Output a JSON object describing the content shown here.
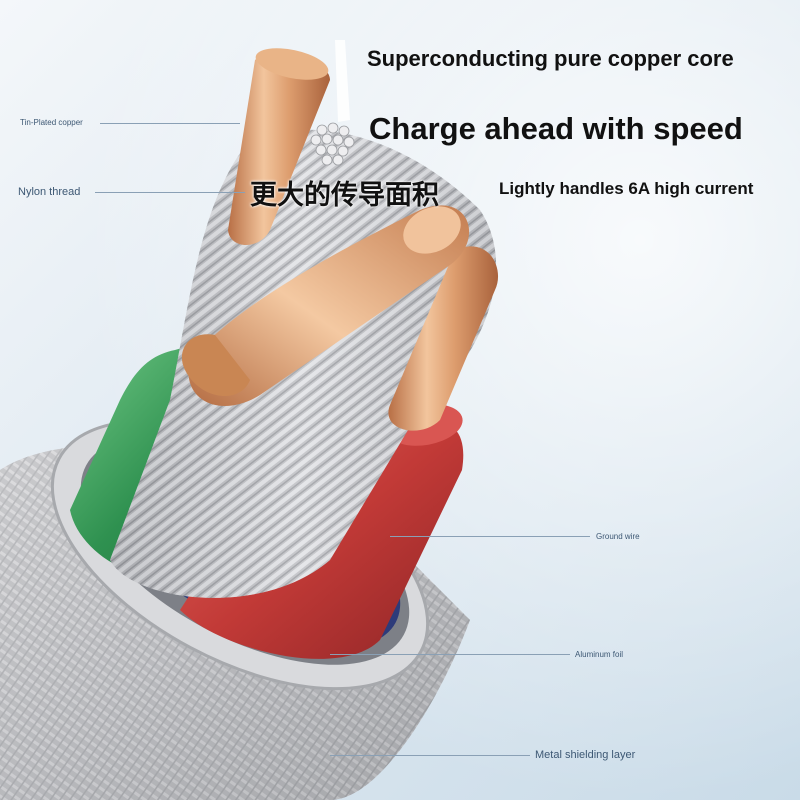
{
  "headline": {
    "line1": "Superconducting pure copper core",
    "line2": "Charge ahead with speed",
    "line3_cn": "更大的传导面积",
    "line3_en": "Lightly handles 6A high current"
  },
  "labels": {
    "tin_plated_copper": "Tin-Plated copper",
    "nylon_thread": "Nylon thread",
    "ground_wire": "Ground wire",
    "aluminum_foil": "Aluminum foil",
    "metal_shielding": "Metal shielding layer"
  },
  "colors": {
    "copper": "#d99a6c",
    "green_insulation": "#3e9a58",
    "red_insulation": "#c0403c",
    "braid": "#c9c9cc",
    "label_text": "#3d5874"
  }
}
